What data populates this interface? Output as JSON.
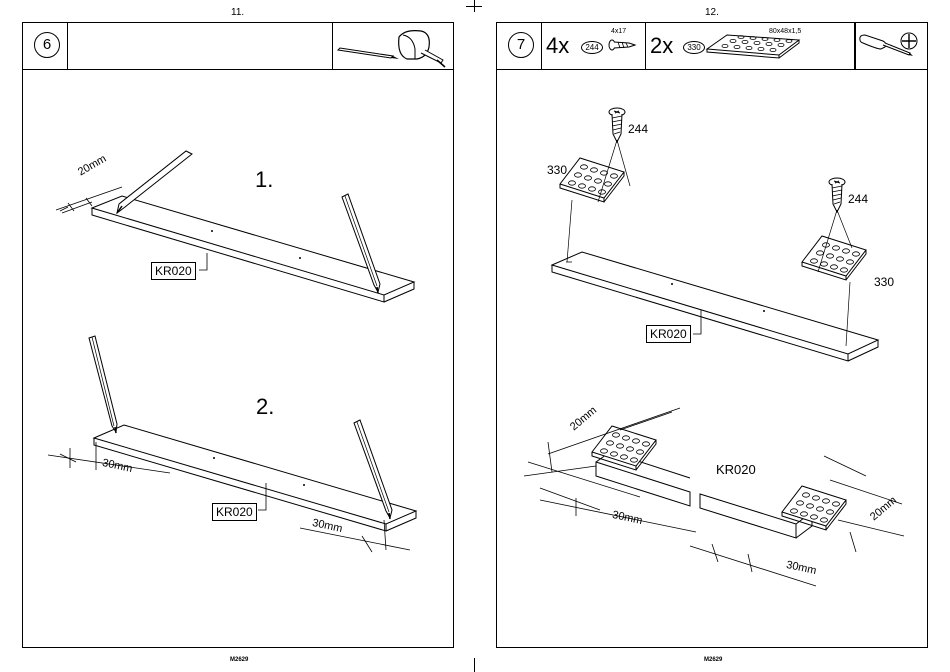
{
  "left": {
    "page_number": "11.",
    "step": "6",
    "footer": "M2629",
    "stage1": "1.",
    "stage2": "2.",
    "dim_20": "20mm",
    "dim_30a": "30mm",
    "dim_30b": "30mm",
    "part1": "KR020",
    "part2": "KR020",
    "tools": [
      "pencil-icon",
      "tape-measure-icon"
    ]
  },
  "right": {
    "page_number": "12.",
    "step": "7",
    "footer": "M2629",
    "screw_qty": "4x",
    "screw_code": "244",
    "screw_size": "4x17",
    "plate_qty": "2x",
    "plate_code": "330",
    "plate_size": "80x48x1,5",
    "lbl_244a": "244",
    "lbl_244b": "244",
    "lbl_330a": "330",
    "lbl_330b": "330",
    "part1": "KR020",
    "part2": "KR020",
    "dim_20a": "20mm",
    "dim_20b": "20mm",
    "dim_30a": "30mm",
    "dim_30b": "30mm",
    "tools": [
      "screwdriver-icon",
      "phillips-bit-icon"
    ]
  }
}
